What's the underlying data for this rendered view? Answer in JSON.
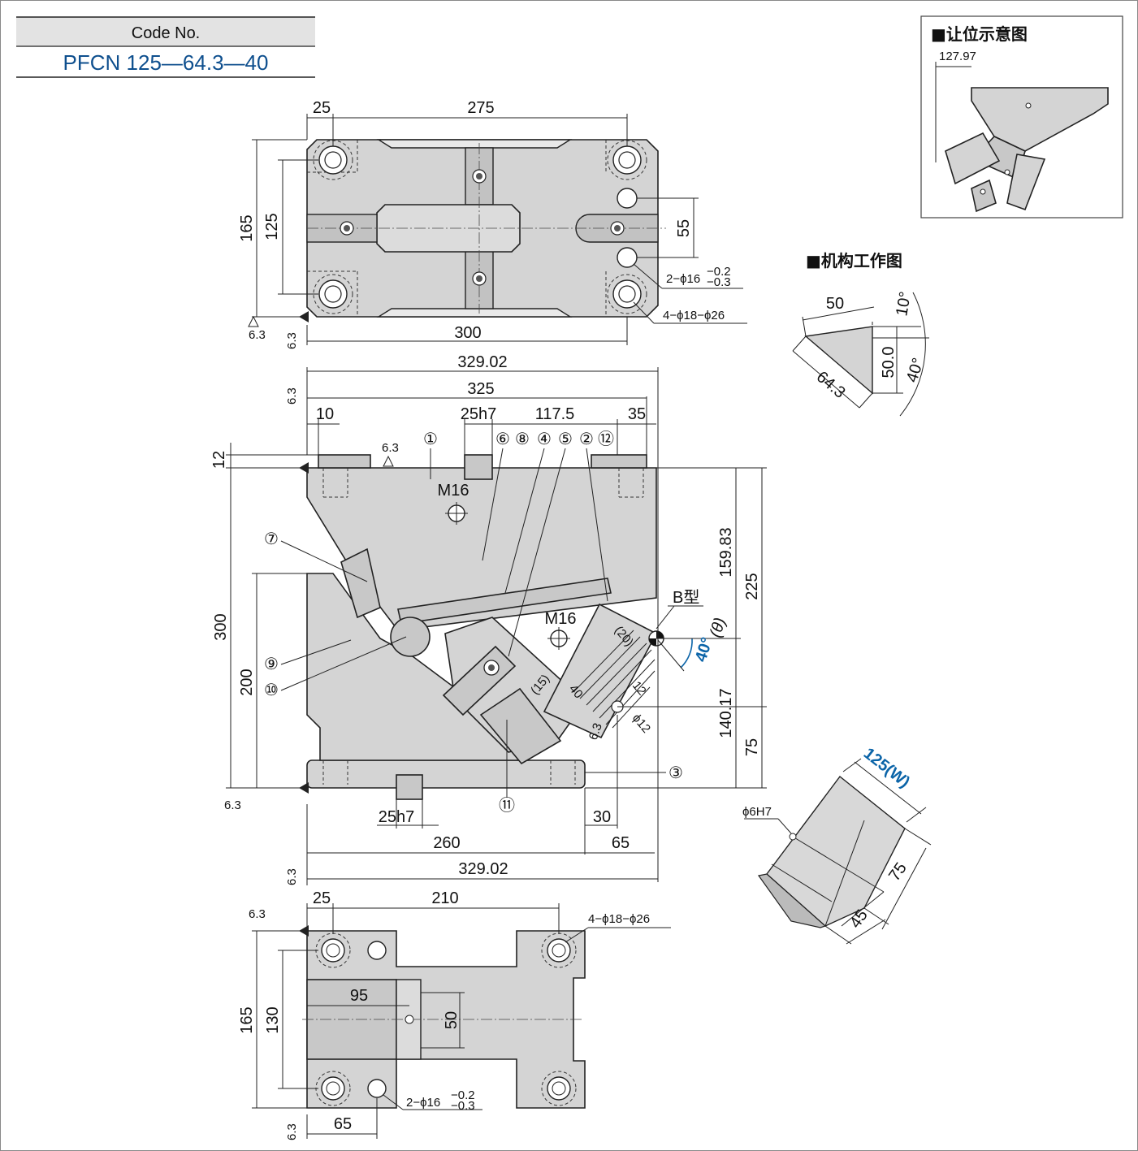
{
  "code_block": {
    "label": "Code No.",
    "value": "PFCN 125—64.3—40"
  },
  "top_view": {
    "dims": {
      "left_offset": "25",
      "span": "275",
      "height_total": "165",
      "height_inner": "125",
      "slot_pitch": "55",
      "width_bottom": "300"
    },
    "callouts": {
      "holes_small": "2−ϕ16",
      "holes_small_tol_upper": "−0.2",
      "holes_small_tol_lower": "−0.3",
      "holes_large": "4−ϕ18−ϕ26"
    },
    "roughness": "6.3"
  },
  "front_view": {
    "dims": {
      "overall_top": "329.02",
      "width_325": "325",
      "left_10": "10",
      "key_25h7": "25h7",
      "mid_117_5": "117.5",
      "right_35": "35",
      "left_12": "12",
      "height_300": "300",
      "height_200": "200",
      "right_159_83": "159.83",
      "right_225": "225",
      "right_140_17": "140.17",
      "right_75": "75",
      "bottom_key": "25h7",
      "bottom_30": "30",
      "bottom_260": "260",
      "bottom_65": "65",
      "overall_bottom": "329.02",
      "dim_15": "(15)",
      "dim_40": "40",
      "dim_20": "(20)",
      "dim_12": "12",
      "phi_12": "ϕ12"
    },
    "labels": {
      "m16_upper": "M16",
      "m16_lower": "M16",
      "b_type": "B型",
      "angle_value": "40°",
      "angle_theta": "(θ)"
    },
    "balloons": [
      "①",
      "⑥",
      "⑧",
      "④",
      "⑤",
      "②",
      "⑫",
      "⑦",
      "⑨",
      "⑩",
      "③",
      "⑪"
    ],
    "roughness": "6.3"
  },
  "bottom_view": {
    "dims": {
      "left_offset": "25",
      "span": "210",
      "height_total": "165",
      "height_inner": "130",
      "center_95": "95",
      "slot_50": "50",
      "bottom_65": "65"
    },
    "callouts": {
      "holes_large": "4−ϕ18−ϕ26",
      "holes_small": "2−ϕ16",
      "holes_small_tol_upper": "−0.2",
      "holes_small_tol_lower": "−0.3"
    },
    "roughness": "6.3"
  },
  "clearance_view": {
    "title": "■让位示意图",
    "dim": "127.97"
  },
  "mechanism_view": {
    "title": "■机构工作图",
    "dims": {
      "d50": "50",
      "d10": "10°",
      "d64_3": "64.3",
      "d50_0": "50.0",
      "d40": "40°"
    }
  },
  "cam_view": {
    "width_label": "125(W)",
    "pin": "ϕ6H7",
    "d75": "75",
    "d45": "45"
  }
}
